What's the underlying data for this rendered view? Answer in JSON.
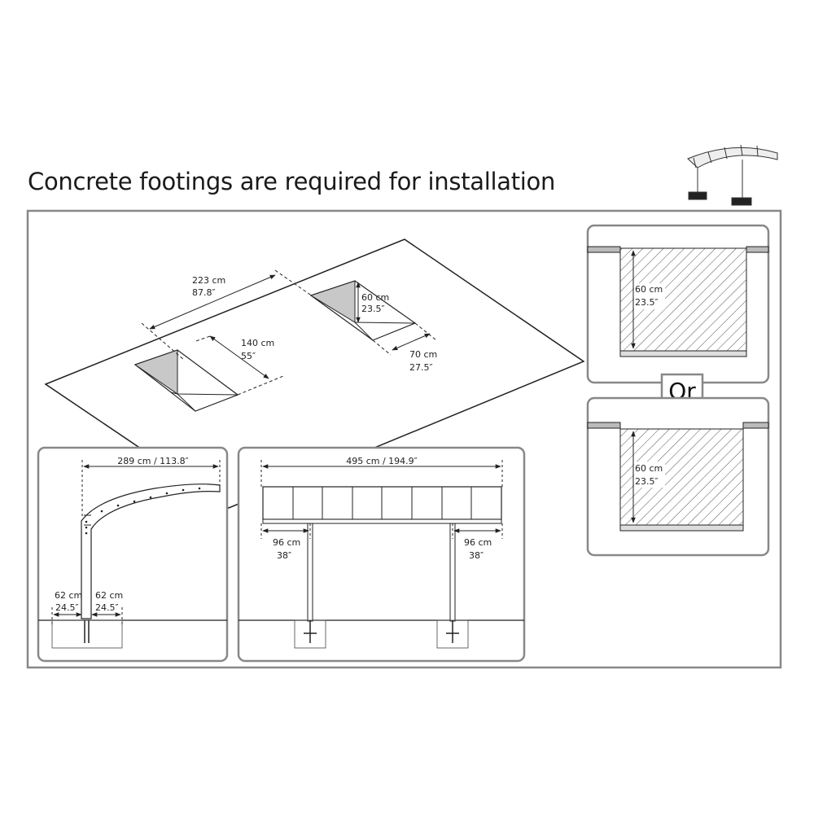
{
  "title": "Concrete footings are required for installation",
  "or_label": "Or",
  "plan": {
    "spacing_cm": "223 cm",
    "spacing_in": "87.8″",
    "depth_cm": "60 cm",
    "depth_in": "23.5″",
    "length_cm": "140 cm",
    "length_in": "55″",
    "width_cm": "70 cm",
    "width_in": "27.5″"
  },
  "side": {
    "span": "289 cm / 113.8″",
    "left_cm": "62 cm",
    "left_in": "24.5″",
    "right_cm": "62 cm",
    "right_in": "24.5″"
  },
  "front": {
    "span": "495 cm / 194.9″",
    "left_cm": "96 cm",
    "left_in": "38″",
    "right_cm": "96 cm",
    "right_in": "38″"
  },
  "section_a": {
    "depth_cm": "60 cm",
    "depth_in": "23.5″"
  },
  "section_b": {
    "depth_cm": "60 cm",
    "depth_in": "23.5″"
  },
  "colors": {
    "frame": "#888888",
    "line": "#222222",
    "pit": "#c8c8c8",
    "hatch": "#555555"
  }
}
